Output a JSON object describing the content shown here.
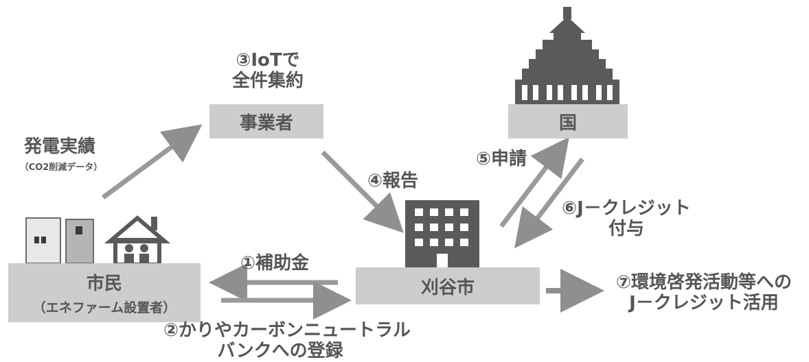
{
  "nodes": {
    "citizen": {
      "label": "市民",
      "sub": "（エネファーム設置者）"
    },
    "operator": {
      "label": "事業者"
    },
    "city": {
      "label": "刈谷市"
    },
    "country": {
      "label": "国"
    }
  },
  "labels": {
    "iot_line1": "③IoTで",
    "iot_line2": "全件集約",
    "generation": "発電実績",
    "generation_sub": "（CO2削減データ）",
    "report": "④報告",
    "apply": "⑤申請",
    "credit_line1": "⑥J－クレジット",
    "credit_line2": "付与",
    "subsidy": "①補助金",
    "register_line1": "②かりやカーボンニュートラル",
    "register_line2": "バンクへの登録",
    "utilize_line1": "⑦環境啓発活動等への",
    "utilize_line2": "J－クレジット活用"
  },
  "colors": {
    "box": "#cdcdcd",
    "arrow": "#9a9a9a",
    "icon": "#5a5a5a",
    "text": "#555555"
  }
}
